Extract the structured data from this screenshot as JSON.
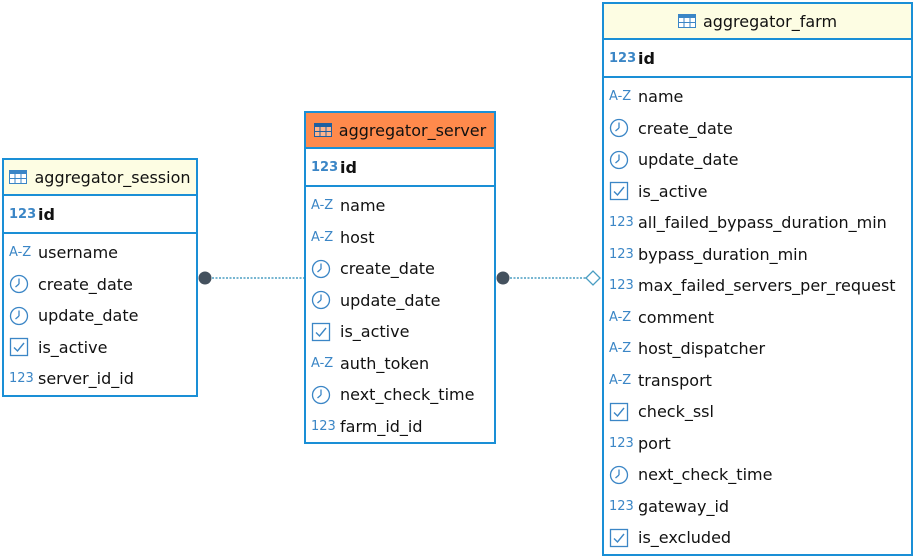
{
  "entities": {
    "session": {
      "name": "aggregator_session",
      "pk": "id",
      "columns": [
        {
          "name": "username",
          "type": "text"
        },
        {
          "name": "create_date",
          "type": "date"
        },
        {
          "name": "update_date",
          "type": "date"
        },
        {
          "name": "is_active",
          "type": "bool"
        },
        {
          "name": "server_id_id",
          "type": "number"
        }
      ]
    },
    "server": {
      "name": "aggregator_server",
      "pk": "id",
      "columns": [
        {
          "name": "name",
          "type": "text"
        },
        {
          "name": "host",
          "type": "text"
        },
        {
          "name": "create_date",
          "type": "date"
        },
        {
          "name": "update_date",
          "type": "date"
        },
        {
          "name": "is_active",
          "type": "bool"
        },
        {
          "name": "auth_token",
          "type": "text"
        },
        {
          "name": "next_check_time",
          "type": "date"
        },
        {
          "name": "farm_id_id",
          "type": "number"
        }
      ]
    },
    "farm": {
      "name": "aggregator_farm",
      "pk": "id",
      "columns": [
        {
          "name": "name",
          "type": "text"
        },
        {
          "name": "create_date",
          "type": "date"
        },
        {
          "name": "update_date",
          "type": "date"
        },
        {
          "name": "is_active",
          "type": "bool"
        },
        {
          "name": "all_failed_bypass_duration_min",
          "type": "number"
        },
        {
          "name": "bypass_duration_min",
          "type": "number"
        },
        {
          "name": "max_failed_servers_per_request",
          "type": "number"
        },
        {
          "name": "comment",
          "type": "text"
        },
        {
          "name": "host_dispatcher",
          "type": "text"
        },
        {
          "name": "transport",
          "type": "text"
        },
        {
          "name": "check_ssl",
          "type": "bool"
        },
        {
          "name": "port",
          "type": "number"
        },
        {
          "name": "next_check_time",
          "type": "date"
        },
        {
          "name": "gateway_id",
          "type": "number"
        },
        {
          "name": "is_excluded",
          "type": "bool"
        }
      ]
    }
  },
  "type_icons": {
    "number": "123",
    "text": "A-Z",
    "date": "clock-icon",
    "bool": "checkbox-icon"
  },
  "colors": {
    "border": "#1a8fd6",
    "header_pale": "#fdfde3",
    "header_selected": "#ff8a4c",
    "icon": "#3b86c6",
    "link": "#4a9ec2",
    "endpoint": "#44515e"
  }
}
